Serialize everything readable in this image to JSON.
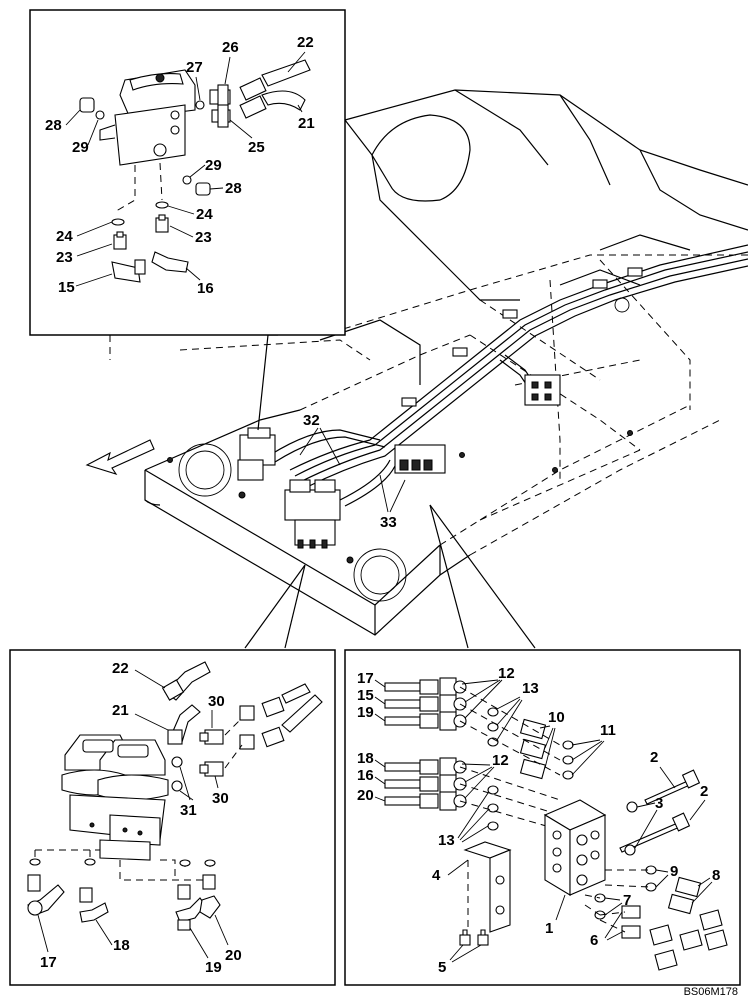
{
  "drawing_code": "BS06M178",
  "detail_top": {
    "labels": [
      "22",
      "26",
      "27",
      "28",
      "29",
      "21",
      "25",
      "29",
      "28",
      "24",
      "24",
      "23",
      "23",
      "15",
      "16"
    ]
  },
  "overview": {
    "labels": [
      "32",
      "33"
    ]
  },
  "detail_left": {
    "labels": [
      "22",
      "30",
      "21",
      "31",
      "30",
      "17",
      "18",
      "19",
      "20"
    ]
  },
  "detail_right": {
    "labels": [
      "17",
      "12",
      "15",
      "13",
      "19",
      "10",
      "11",
      "2",
      "18",
      "12",
      "16",
      "20",
      "3",
      "2",
      "13",
      "9",
      "8",
      "4",
      "7",
      "1",
      "6",
      "5"
    ]
  }
}
